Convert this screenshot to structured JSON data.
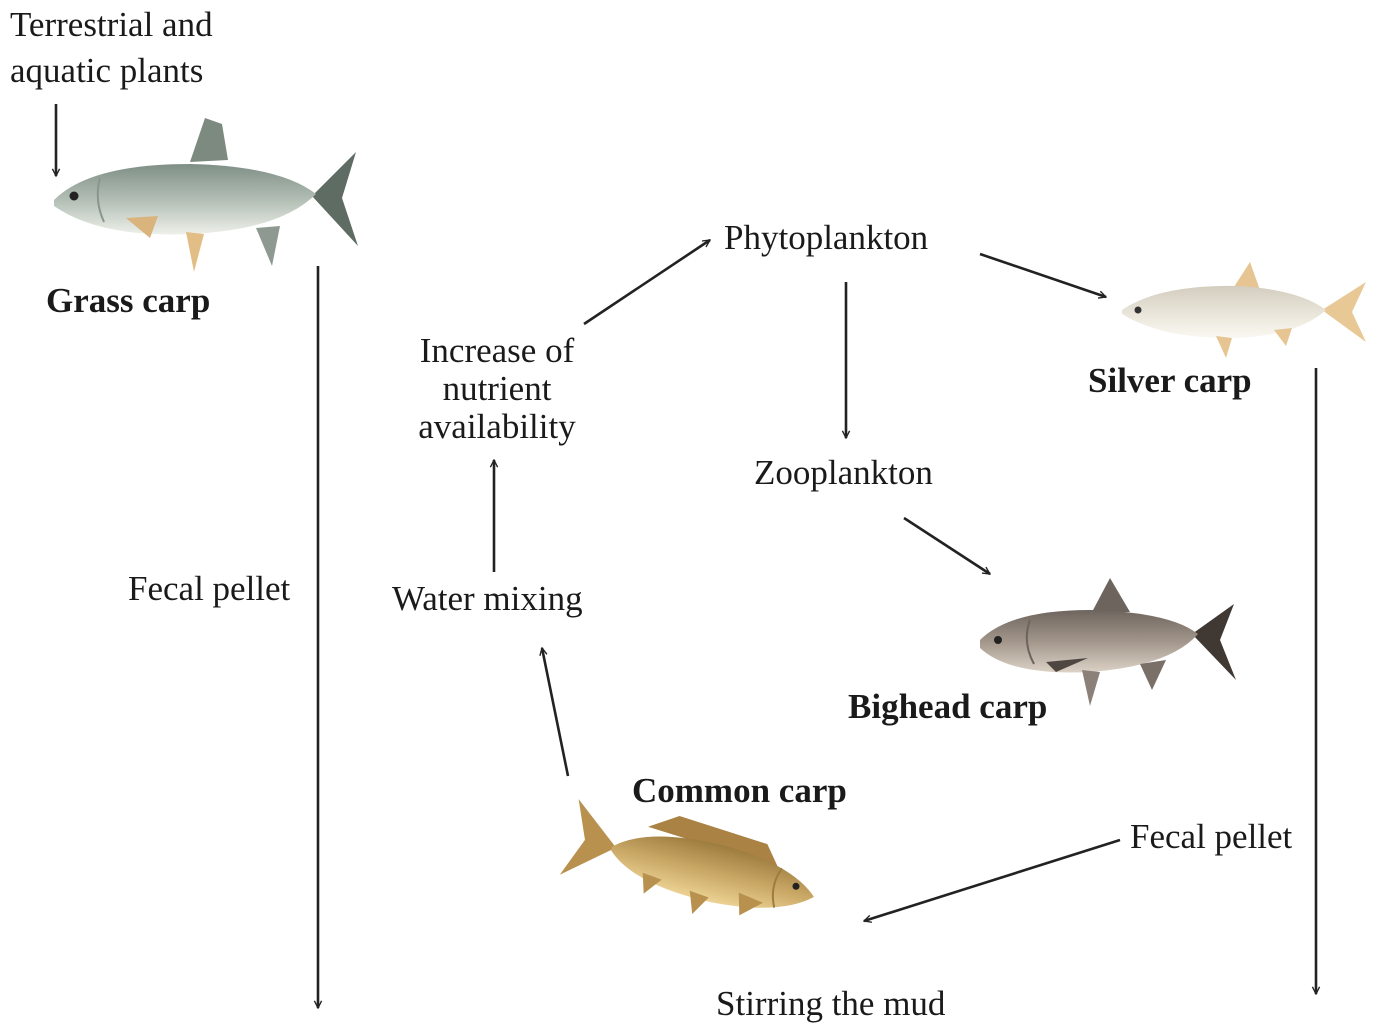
{
  "labels": {
    "terrestrial_line1": "Terrestrial and",
    "terrestrial_line2": "aquatic plants",
    "grass_carp": "Grass carp",
    "phytoplankton": "Phytoplankton",
    "silver_carp": "Silver carp",
    "nutrient_line1": "Increase of",
    "nutrient_line2": "nutrient",
    "nutrient_line3": "availability",
    "zooplankton": "Zooplankton",
    "fecal_pellet_left": "Fecal pellet",
    "water_mixing": "Water mixing",
    "bighead_carp": "Bighead carp",
    "common_carp": "Common carp",
    "fecal_pellet_right": "Fecal pellet",
    "stirring_mud": "Stirring the mud"
  },
  "fish": {
    "grass_carp": {
      "body": "#a9b6ad",
      "belly": "#eef0ea",
      "fin": "#6f7c74",
      "lower_fin": "#e3bd86"
    },
    "silver_carp": {
      "body": "#e8e3d6",
      "belly": "#f8f6ef",
      "fin": "#ead1a3",
      "lower_fin": "#e6c592"
    },
    "bighead_carp": {
      "body": "#9c9086",
      "belly": "#d9cfc3",
      "fin": "#6d645d",
      "lower_fin": "#8b8178"
    },
    "common_carp": {
      "body": "#c9a765",
      "belly": "#ead08e",
      "fin": "#a98244",
      "lower_fin": "#b8914f"
    }
  }
}
